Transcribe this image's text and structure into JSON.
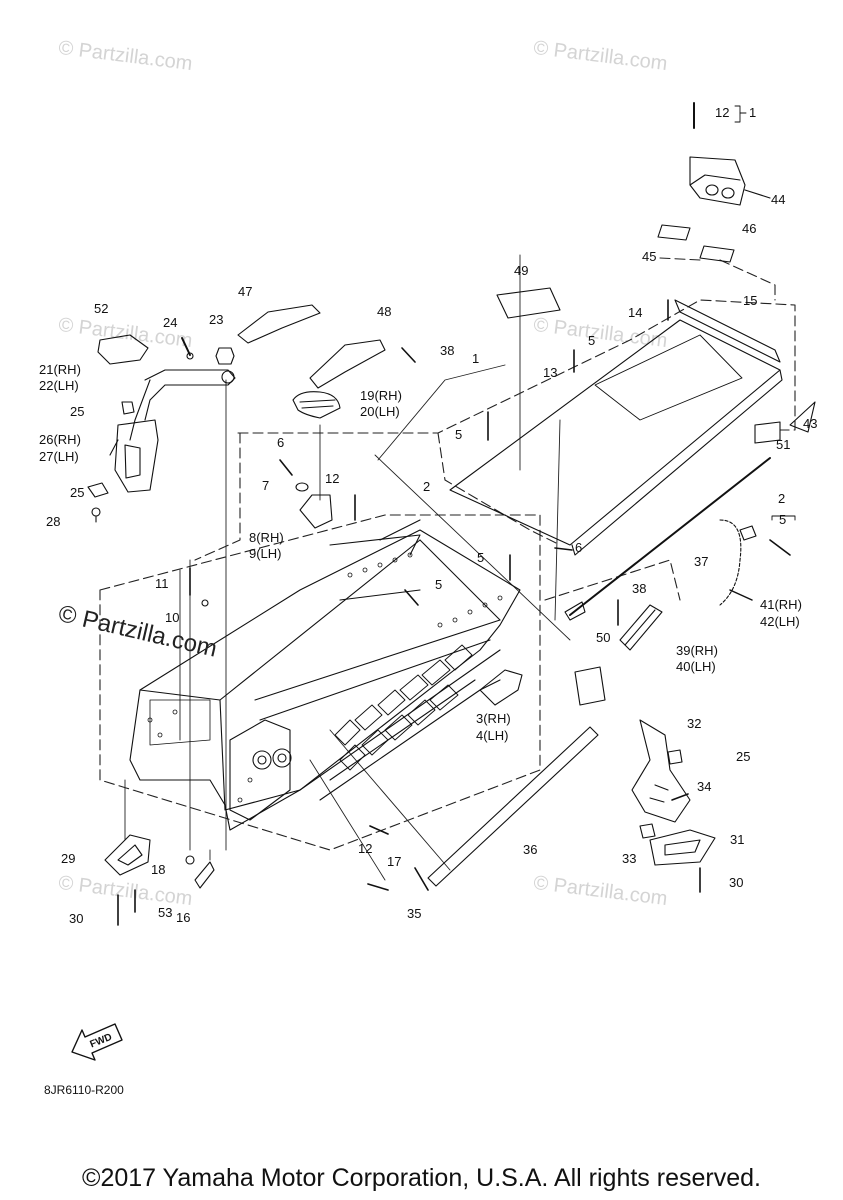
{
  "watermarks": {
    "faint": "© Partzilla.com",
    "bold": "© Partzilla.com"
  },
  "callouts": {
    "c12_top": "12",
    "c1_top": "1",
    "c44": "44",
    "c45": "45",
    "c46": "46",
    "c49": "49",
    "c47": "47",
    "c48": "48",
    "c52": "52",
    "c24": "24",
    "c23": "23",
    "c38_top": "38",
    "c14": "14",
    "c15": "15",
    "c5_a": "5",
    "c1_mid": "1",
    "c13": "13",
    "c21": "21(RH)",
    "c22": "22(LH)",
    "c19": "19(RH)",
    "c20": "20(LH)",
    "c25_a": "25",
    "c5_b": "5",
    "c43": "43",
    "c26": "26(RH)",
    "c27": "27(LH)",
    "c6_a": "6",
    "c51": "51",
    "c7": "7",
    "c12_mid": "12",
    "c2_a": "2",
    "c25_b": "25",
    "c8": "8(RH)",
    "c9": "9(LH)",
    "c28": "28",
    "c2_b": "2",
    "c5_c": "5",
    "c6_b": "6",
    "c37": "37",
    "c11": "11",
    "c5_d": "5",
    "c5_e": "5",
    "c10": "10",
    "c38_mid": "38",
    "c41": "41(RH)",
    "c42": "42(LH)",
    "c50": "50",
    "c39": "39(RH)",
    "c40": "40(LH)",
    "c3": "3(RH)",
    "c4": "4(LH)",
    "c32": "32",
    "c25_c": "25",
    "c34": "34",
    "c31": "31",
    "c36": "36",
    "c12_low": "12",
    "c33": "33",
    "c29": "29",
    "c18": "18",
    "c17": "17",
    "c30_a": "30",
    "c53": "53",
    "c16": "16",
    "c35": "35",
    "c30_b": "30"
  },
  "fwd_label": "FWD",
  "diagram_code": "8JR6110-R200",
  "copyright": "©2017 Yamaha Motor Corporation, U.S.A. All rights reserved."
}
